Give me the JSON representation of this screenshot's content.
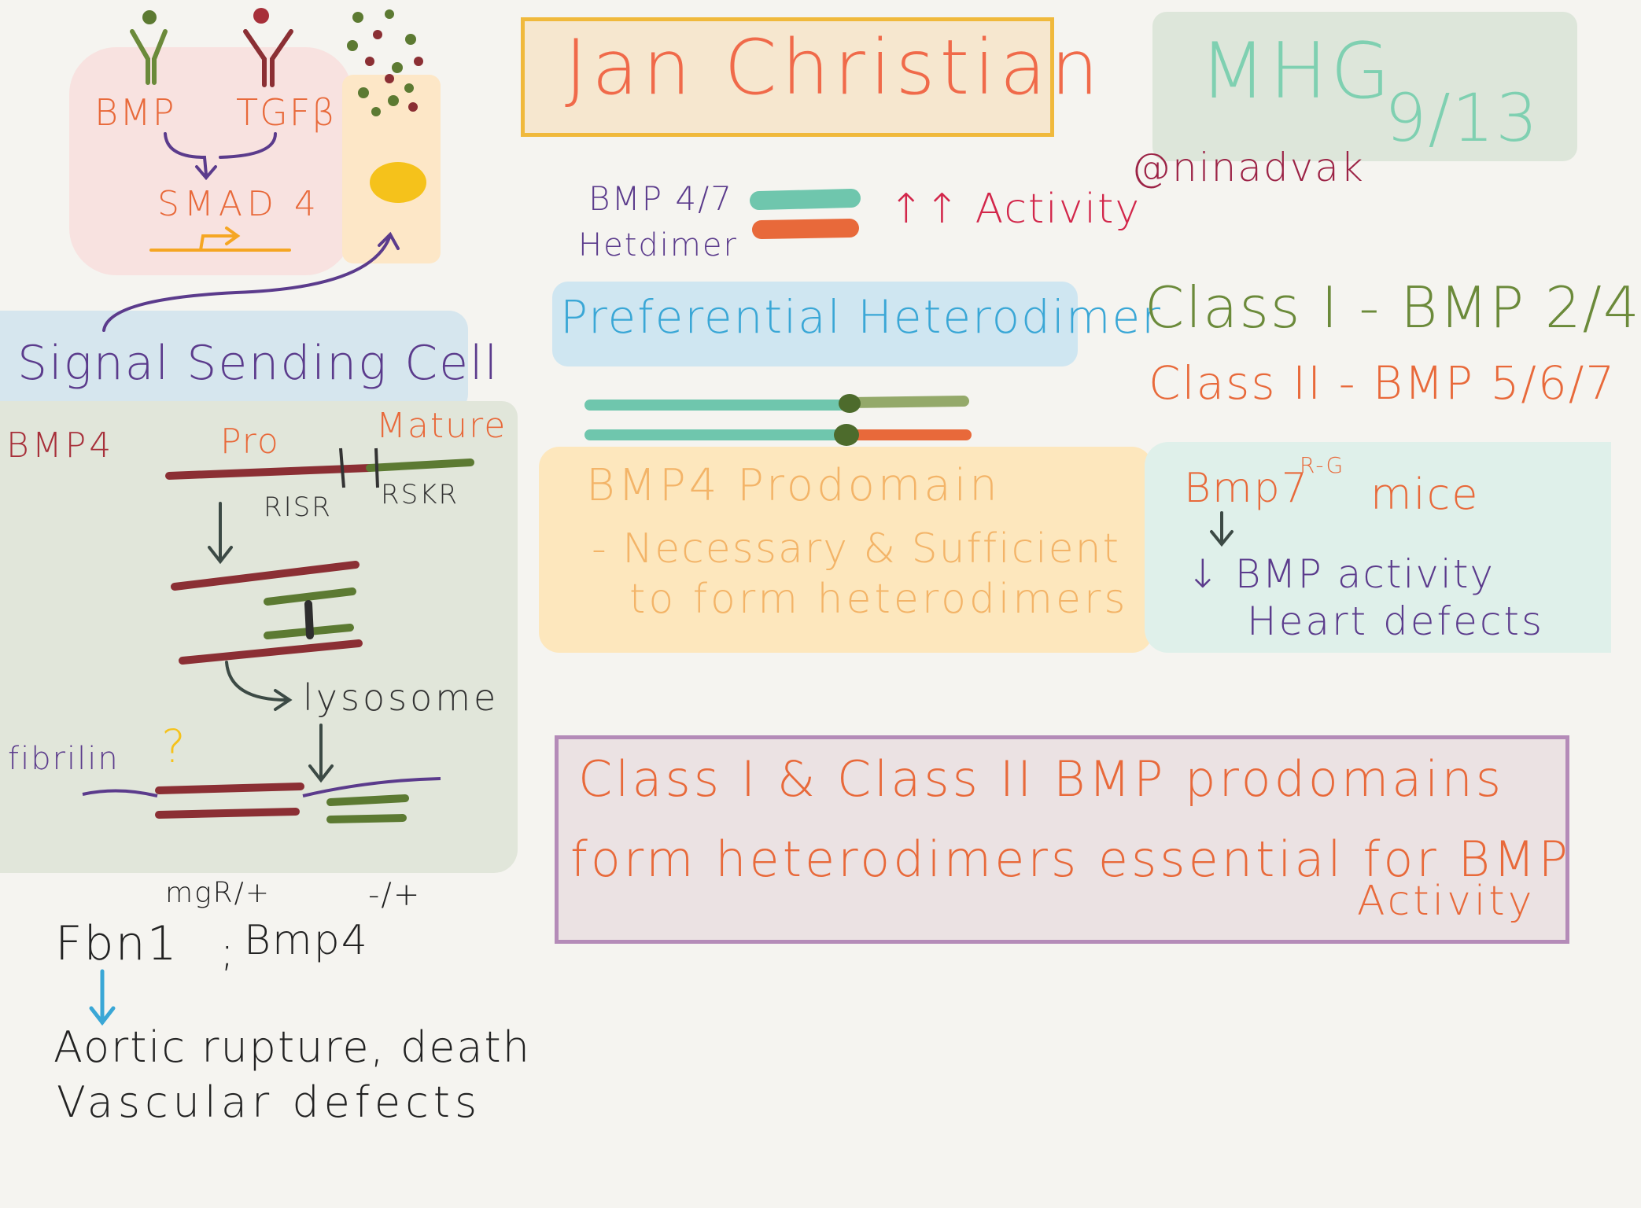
{
  "title": "Jan Christian",
  "meeting": {
    "name": "MHG",
    "date": "9/13",
    "handle": "@ninadvak"
  },
  "signaling": {
    "ligand_1": "BMP",
    "ligand_2": "TGFβ",
    "effector": "SMAD 4",
    "section_label": "Signal Sending Cell"
  },
  "processing": {
    "protein": "BMP4",
    "pro_label": "Pro",
    "mature_label": "Mature",
    "site_1": "RISR",
    "site_2": "RSKR",
    "lysosome": "lysosome",
    "fibrillin": "fibrilin",
    "question": "?"
  },
  "genetics": {
    "gene_1": "Fbn1",
    "allele_1": "mgR/+",
    "separator": ";",
    "gene_2": "Bmp4",
    "allele_2": "-/+",
    "phenotype_1": "Aortic rupture, death",
    "phenotype_2": "Vascular defects"
  },
  "heterodimer": {
    "label_1": "BMP 4/7",
    "label_2": "Hetdimer",
    "activity": "↑↑ Activity",
    "preferential": "Preferential Heterodimer"
  },
  "prodomain": {
    "heading": "BMP4 Prodomain",
    "point_1": "- Necessary & Sufficient",
    "point_2": "to form heterodimers"
  },
  "classes": {
    "class_1": "Class I - BMP 2/4",
    "class_2": "Class II - BMP 5/6/7"
  },
  "mice": {
    "allele": "Bmp7",
    "superscript": "R-G",
    "label": "mice",
    "effect_1": "↓ BMP activity",
    "effect_2": "Heart defects"
  },
  "conclusion": {
    "line_1": "Class I & Class II BMP prodomains",
    "line_2": "form heterodimers essential for BMP",
    "line_3": "Activity"
  },
  "colors": {
    "background": "#f5f4f0",
    "teal": "#6fc6ad",
    "orange": "#e8693a",
    "dark_red": "#8b2f34",
    "dark_green": "#5c7a32",
    "purple": "#5b3b8c",
    "blue": "#3aa7d6",
    "crimson": "#d2264a",
    "yellow": "#f5c21b"
  }
}
